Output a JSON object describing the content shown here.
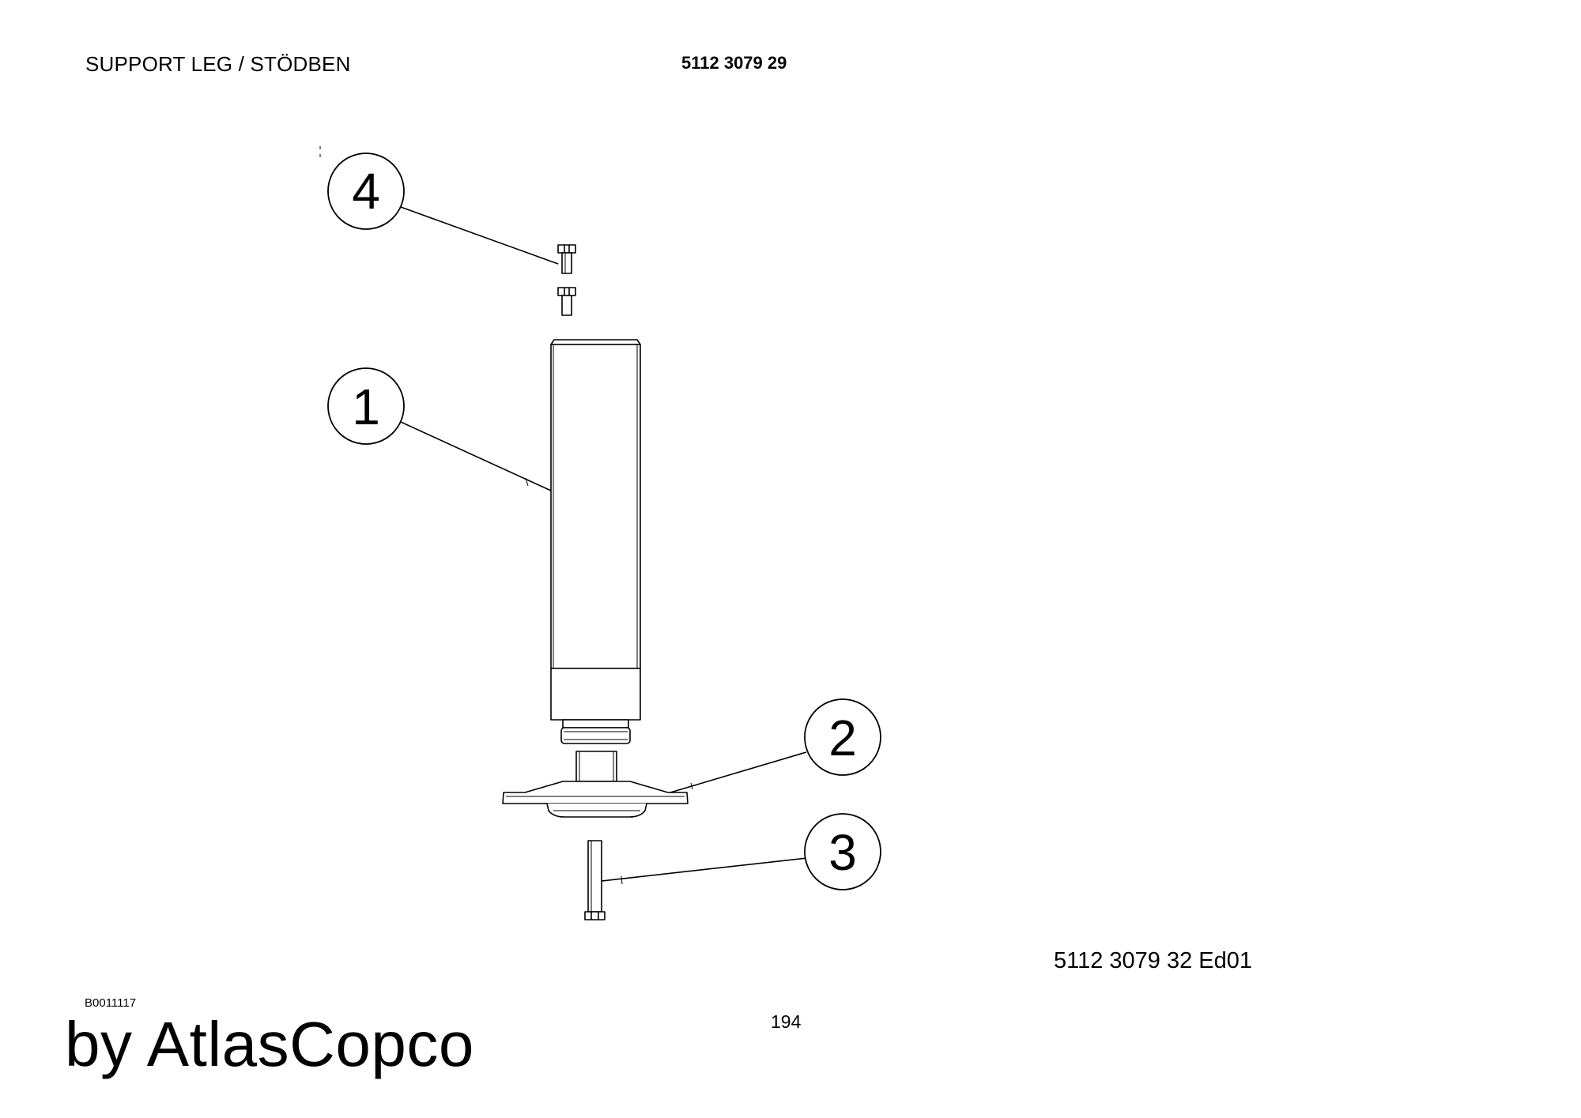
{
  "header": {
    "title": "SUPPORT LEG / STÖDBEN",
    "part_number": "5112 3079 29"
  },
  "diagram": {
    "callouts": [
      {
        "label": "4",
        "part": "screw"
      },
      {
        "label": "1",
        "part": "leg-tube"
      },
      {
        "label": "2",
        "part": "foot-plate"
      },
      {
        "label": "3",
        "part": "bolt"
      }
    ]
  },
  "footer": {
    "document_number": "5112 3079 32  Ed01",
    "drawing_id": "B0011117",
    "page_number": "194",
    "brand": "by AtlasCopco"
  }
}
